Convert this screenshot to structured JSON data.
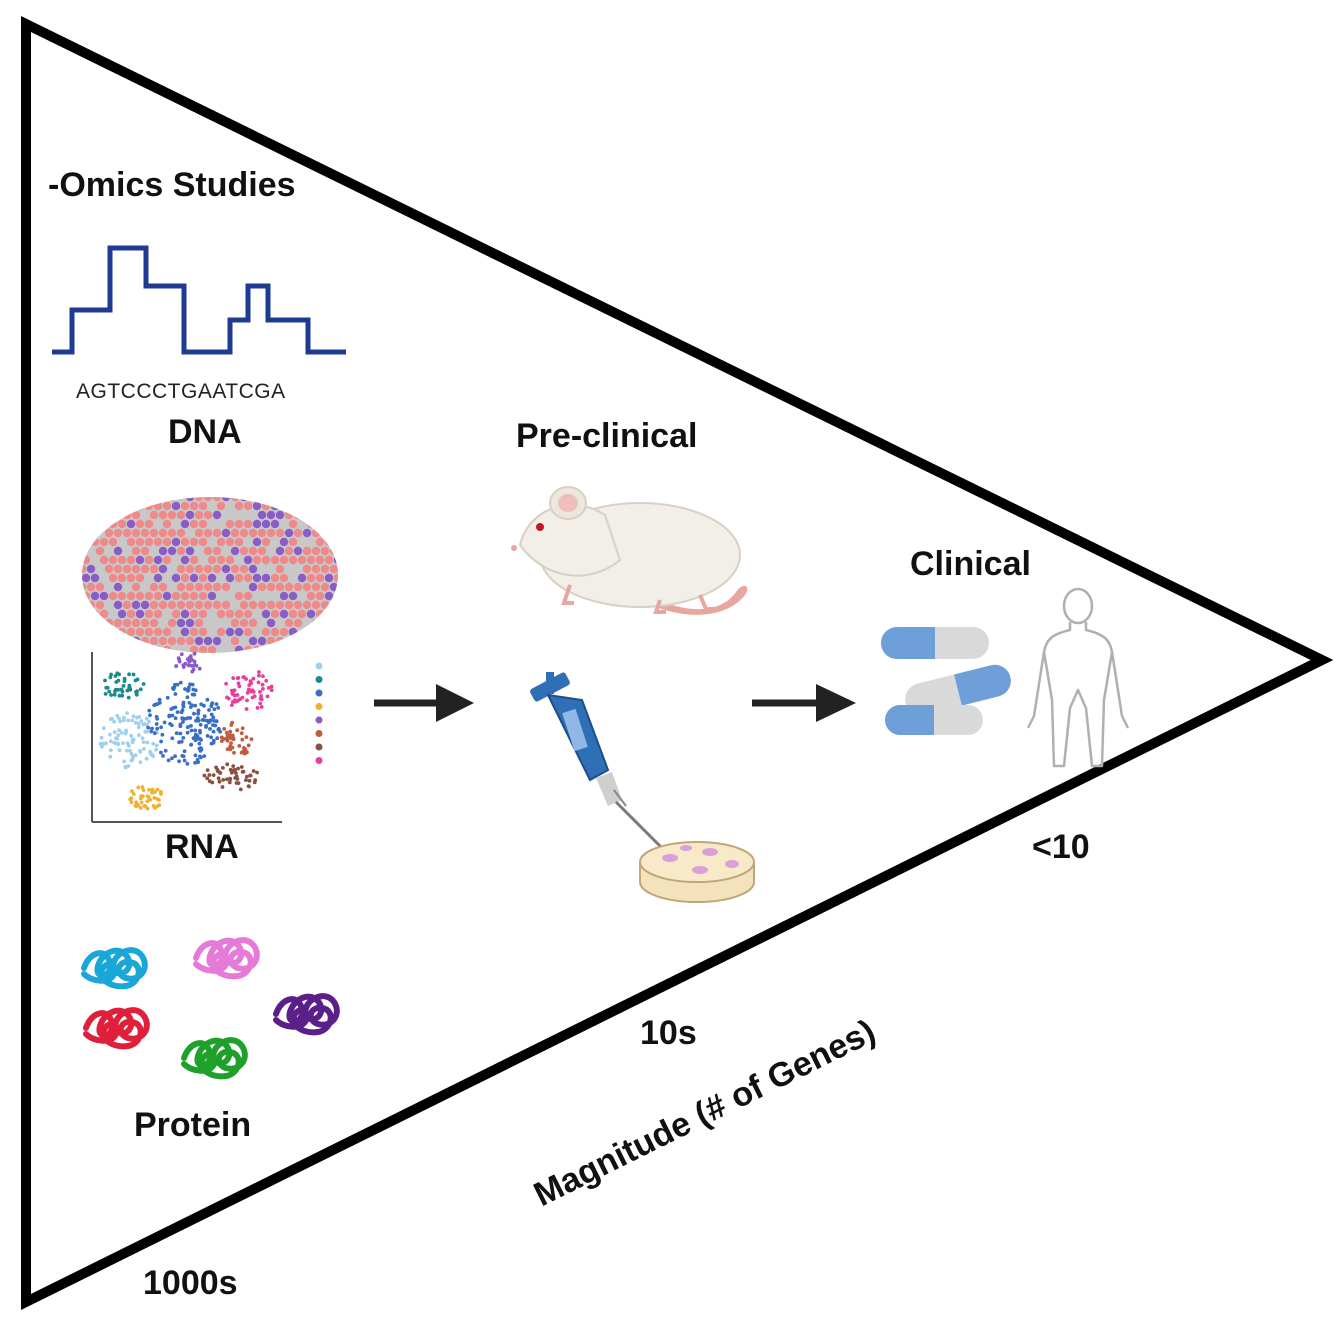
{
  "labels": {
    "omics_title": "-Omics Studies",
    "dna_sequence": "AGTCCCTGAATCGA",
    "dna": "DNA",
    "rna": "RNA",
    "protein": "Protein",
    "preclinical": "Pre-clinical",
    "clinical": "Clinical",
    "magnitude_axis": "Magnitude (# of Genes)",
    "mag_1000s": "1000s",
    "mag_10s": "10s",
    "mag_lt10": "<10"
  },
  "colors": {
    "outline": "#000000",
    "dna_trace": "#1f3a93",
    "rna_salmon": "#f08a8a",
    "rna_purple": "#8a5cc8",
    "rna_gray": "#c8c8c8",
    "pipette_blue": "#2e6fb5",
    "capsule_blue": "#6f9fd8",
    "capsule_gray": "#d9d9d9",
    "dish_pink": "#d9a0d9",
    "mouse_body": "#f2eee8",
    "mouse_tail": "#e8a6a0",
    "protein_colors": [
      "#1aa7d8",
      "#e57ad8",
      "#e0203a",
      "#5b1f8a",
      "#1fa02a"
    ],
    "cluster_colors": [
      "#9fd0ee",
      "#1a8a8a",
      "#3a6fc4",
      "#f0b030",
      "#8a5cc8",
      "#c05a40",
      "#8a5040",
      "#e83f9a"
    ]
  },
  "icons": [
    "dna-trace-icon",
    "spatial-rna-icon",
    "cluster-plot-icon",
    "protein-icon",
    "mouse-icon",
    "pipette-icon",
    "petri-dish-icon",
    "capsule-icon",
    "human-outline-icon",
    "arrow-icon"
  ]
}
